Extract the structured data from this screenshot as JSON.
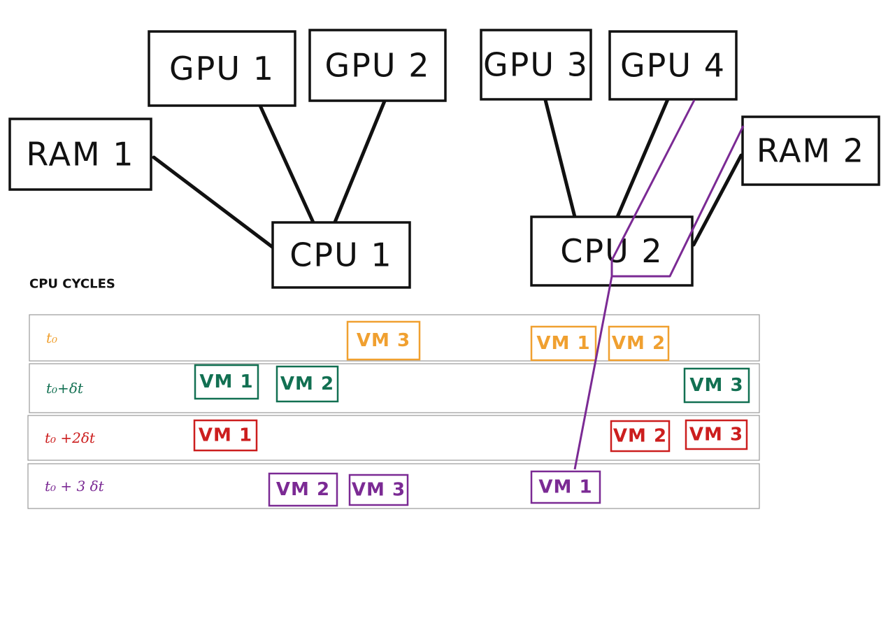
{
  "colors": {
    "ink": "#111111",
    "t0": "#f0a030",
    "t1": "#127052",
    "t2": "#cc1e1e",
    "t3": "#7b2a94",
    "migration": "#7b2a94"
  },
  "nodes": [
    {
      "id": "gpu1",
      "label": "GPU 1"
    },
    {
      "id": "gpu2",
      "label": "GPU 2"
    },
    {
      "id": "gpu3",
      "label": "GPU 3"
    },
    {
      "id": "gpu4",
      "label": "GPU 4"
    },
    {
      "id": "ram1",
      "label": "RAM 1"
    },
    {
      "id": "ram2",
      "label": "RAM 2"
    },
    {
      "id": "cpu1",
      "label": "CPU 1"
    },
    {
      "id": "cpu2",
      "label": "CPU 2"
    }
  ],
  "edges": [
    {
      "from": "ram1",
      "to": "cpu1"
    },
    {
      "from": "gpu1",
      "to": "cpu1"
    },
    {
      "from": "gpu2",
      "to": "cpu1"
    },
    {
      "from": "gpu3",
      "to": "cpu2"
    },
    {
      "from": "gpu4",
      "to": "cpu2"
    },
    {
      "from": "ram2",
      "to": "cpu2"
    }
  ],
  "section_title": "CPU CYCLES",
  "lanes": [
    {
      "id": "t0",
      "label": "t₀",
      "color_key": "t0",
      "vms": [
        {
          "id": "vm3",
          "label": "VM 3"
        },
        {
          "id": "vm1",
          "label": "VM 1"
        },
        {
          "id": "vm2",
          "label": "VM 2"
        }
      ]
    },
    {
      "id": "t1",
      "label": "t₀+δt",
      "color_key": "t1",
      "vms": [
        {
          "id": "vm1",
          "label": "VM 1"
        },
        {
          "id": "vm2",
          "label": "VM 2"
        },
        {
          "id": "vm3",
          "label": "VM 3"
        }
      ]
    },
    {
      "id": "t2",
      "label": "t₀ +2δt",
      "color_key": "t2",
      "vms": [
        {
          "id": "vm1",
          "label": "VM 1"
        },
        {
          "id": "vm2",
          "label": "VM 2"
        },
        {
          "id": "vm3",
          "label": "VM 3"
        }
      ]
    },
    {
      "id": "t3",
      "label": "t₀ + 3 δt",
      "color_key": "t3",
      "vms": [
        {
          "id": "vm2",
          "label": "VM 2"
        },
        {
          "id": "vm3",
          "label": "VM 3"
        },
        {
          "id": "vm1",
          "label": "VM 1"
        }
      ]
    }
  ]
}
